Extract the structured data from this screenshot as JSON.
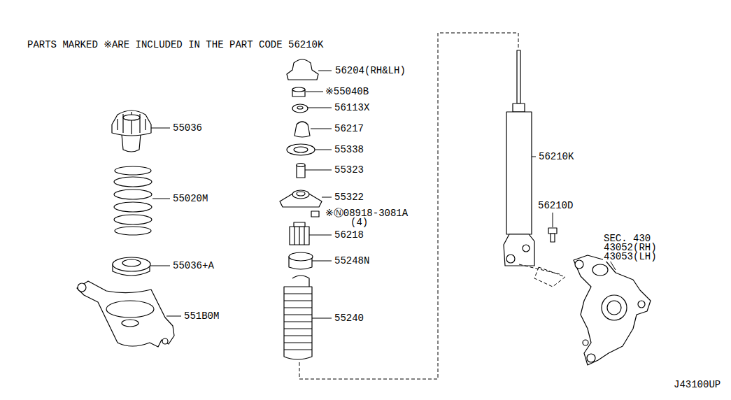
{
  "diagram": {
    "labels": [
      "PARTS MARKED ※ARE INCLUDED IN THE PART CODE 56210K",
      "56204(RH&LH)",
      "※55040B",
      "56113X",
      "55036",
      "56217",
      "55338",
      "55323",
      "55020M",
      "55322",
      "※Ⓝ08918-3081A",
      "(4)",
      "56218",
      "55036+A",
      "55248N",
      "551B0M",
      "55240",
      "56210K",
      "56210D",
      "SEC. 430",
      "43052(RH)",
      "43053(LH)",
      "J43100UP"
    ]
  }
}
